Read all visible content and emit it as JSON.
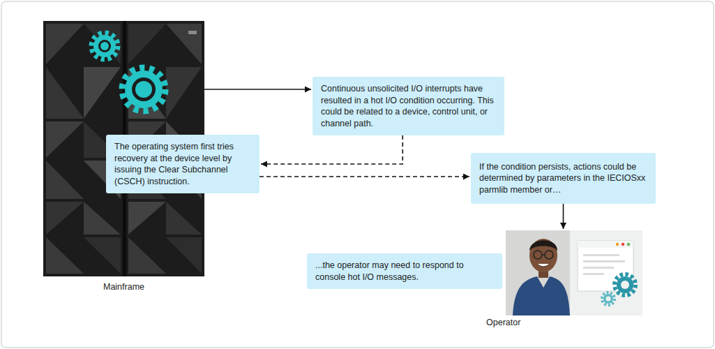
{
  "diagram": {
    "nodes": [
      {
        "text": [
          "Mainframe"
        ]
      },
      {
        "text": [
          "Continuous unsolicited I/O interrupts have resulted in a hot I/O condition occurring. This could be related to a device, control unit, or channel path."
        ]
      },
      {
        "text": [
          "The operating system first tries recovery at the device level by issuing the Clear Subchannel (CSCH) instruction."
        ]
      },
      {
        "text": [
          "If the condition persists, actions could be determined by parameters in the IECIOSxx parmlib member or…"
        ]
      },
      {
        "text": [
          "...the operator may need to respond to console hot I/O messages."
        ]
      },
      {
        "text": [
          "Operator"
        ]
      }
    ],
    "edges": [
      {
        "from": 0,
        "to": 1,
        "arrow": "to"
      },
      {
        "from": 1,
        "to": 2,
        "arrow": "to"
      },
      {
        "from": 2,
        "to": 3,
        "arrow": "to"
      },
      {
        "from": 3,
        "to": 5,
        "arrow": "to"
      }
    ]
  }
}
